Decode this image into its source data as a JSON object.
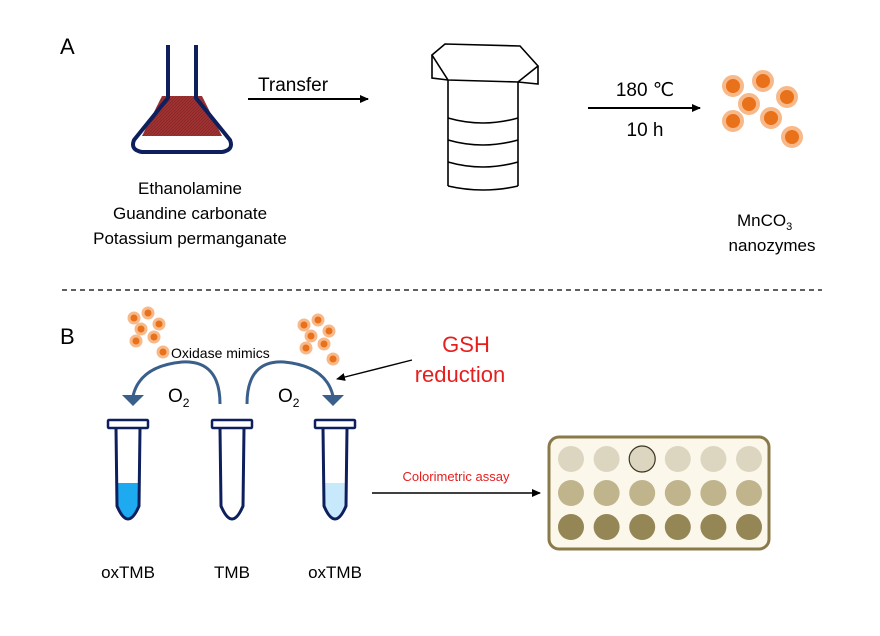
{
  "panel_a": {
    "label": "A",
    "reagents": [
      "Ethanolamine",
      "Guandine carbonate",
      "Potassium permanganate"
    ],
    "transfer_label": "Transfer",
    "condition_temp": "180 ℃",
    "condition_time": "10 h",
    "product_line1": "MnCO",
    "product_subscript": "3",
    "product_line2": "nanozymes"
  },
  "panel_b": {
    "label": "B",
    "oxidase_label": "Oxidase mimics",
    "o2_text": "O",
    "o2_subscript": "2",
    "gsh_line1": "GSH",
    "gsh_line2": "reduction",
    "assay_label": "Colorimetric assay",
    "tube_labels": [
      "oxTMB",
      "TMB",
      "oxTMB"
    ]
  },
  "colors": {
    "flask_outline": "#0d1f5c",
    "flask_liquid": "#a03232",
    "particle_fill": "#e8711a",
    "particle_halo": "#f7b98a",
    "tube_outline": "#0d1f5c",
    "tube_dark_liquid": "#1eaaf0",
    "tube_light_liquid": "#c8e8fb",
    "arc_arrow": "#3a5f8a",
    "accent_red": "#e61e1e",
    "plate_border": "#8a7a4a",
    "plate_fill": "#fbf7ea",
    "well_row1": "#dcd6c0",
    "well_row2": "#bfb48c",
    "well_row3": "#958656"
  },
  "plate": {
    "rows": 3,
    "cols": 6
  }
}
